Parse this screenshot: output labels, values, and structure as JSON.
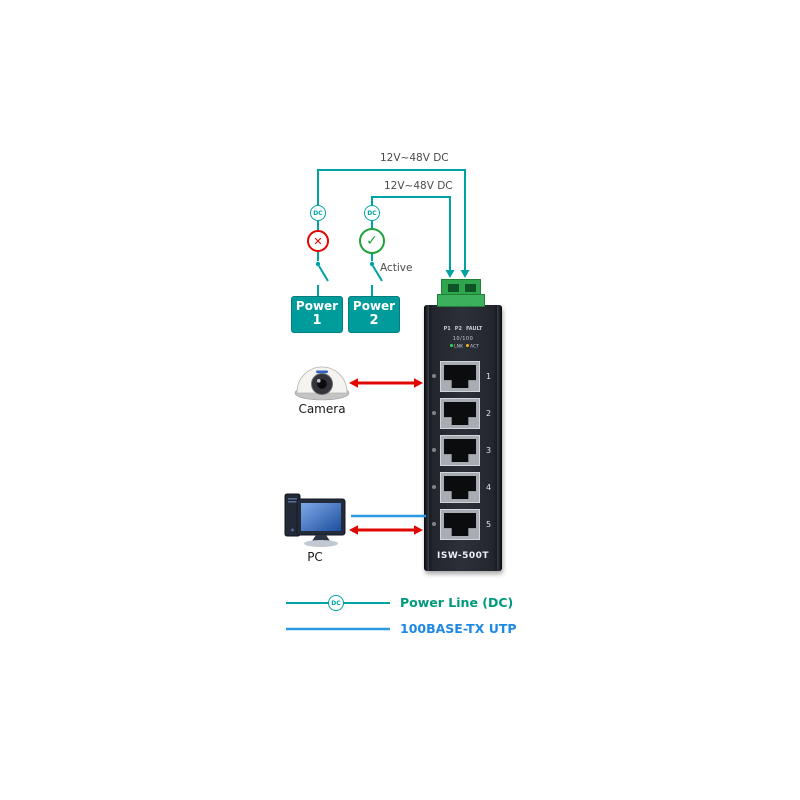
{
  "power": {
    "line1_label": "12V~48V DC",
    "line2_label": "12V~48V DC",
    "dc_badge": "DC",
    "fail_glyph": "✕",
    "ok_glyph": "✓",
    "active_label": "Active",
    "power1": {
      "title": "Power",
      "number": "1"
    },
    "power2": {
      "title": "Power",
      "number": "2"
    }
  },
  "switch": {
    "model": "ISW-500T",
    "p1": "P1",
    "p2": "P2",
    "fault": "FAULT",
    "speed": "10/100",
    "lnk": "LNK",
    "act": "ACT",
    "ports": [
      "1",
      "2",
      "3",
      "4",
      "5"
    ]
  },
  "devices": {
    "camera_label": "Camera",
    "pc_label": "PC"
  },
  "legend": {
    "dc_badge": "DC",
    "power_line_label": "Power Line (DC)",
    "utp_label": "100BASE-TX UTP"
  },
  "colors": {
    "teal_line": "#00A3A3",
    "blue_line": "#2B9BE0",
    "red_arrow": "#E10600",
    "green_check": "#1FA33C",
    "red_cross": "#E10600",
    "power_box": "#009C9C",
    "terminal_green": "#2FA84F",
    "legend_power_text": "#00997B",
    "legend_utp_text": "#1E88E5"
  }
}
